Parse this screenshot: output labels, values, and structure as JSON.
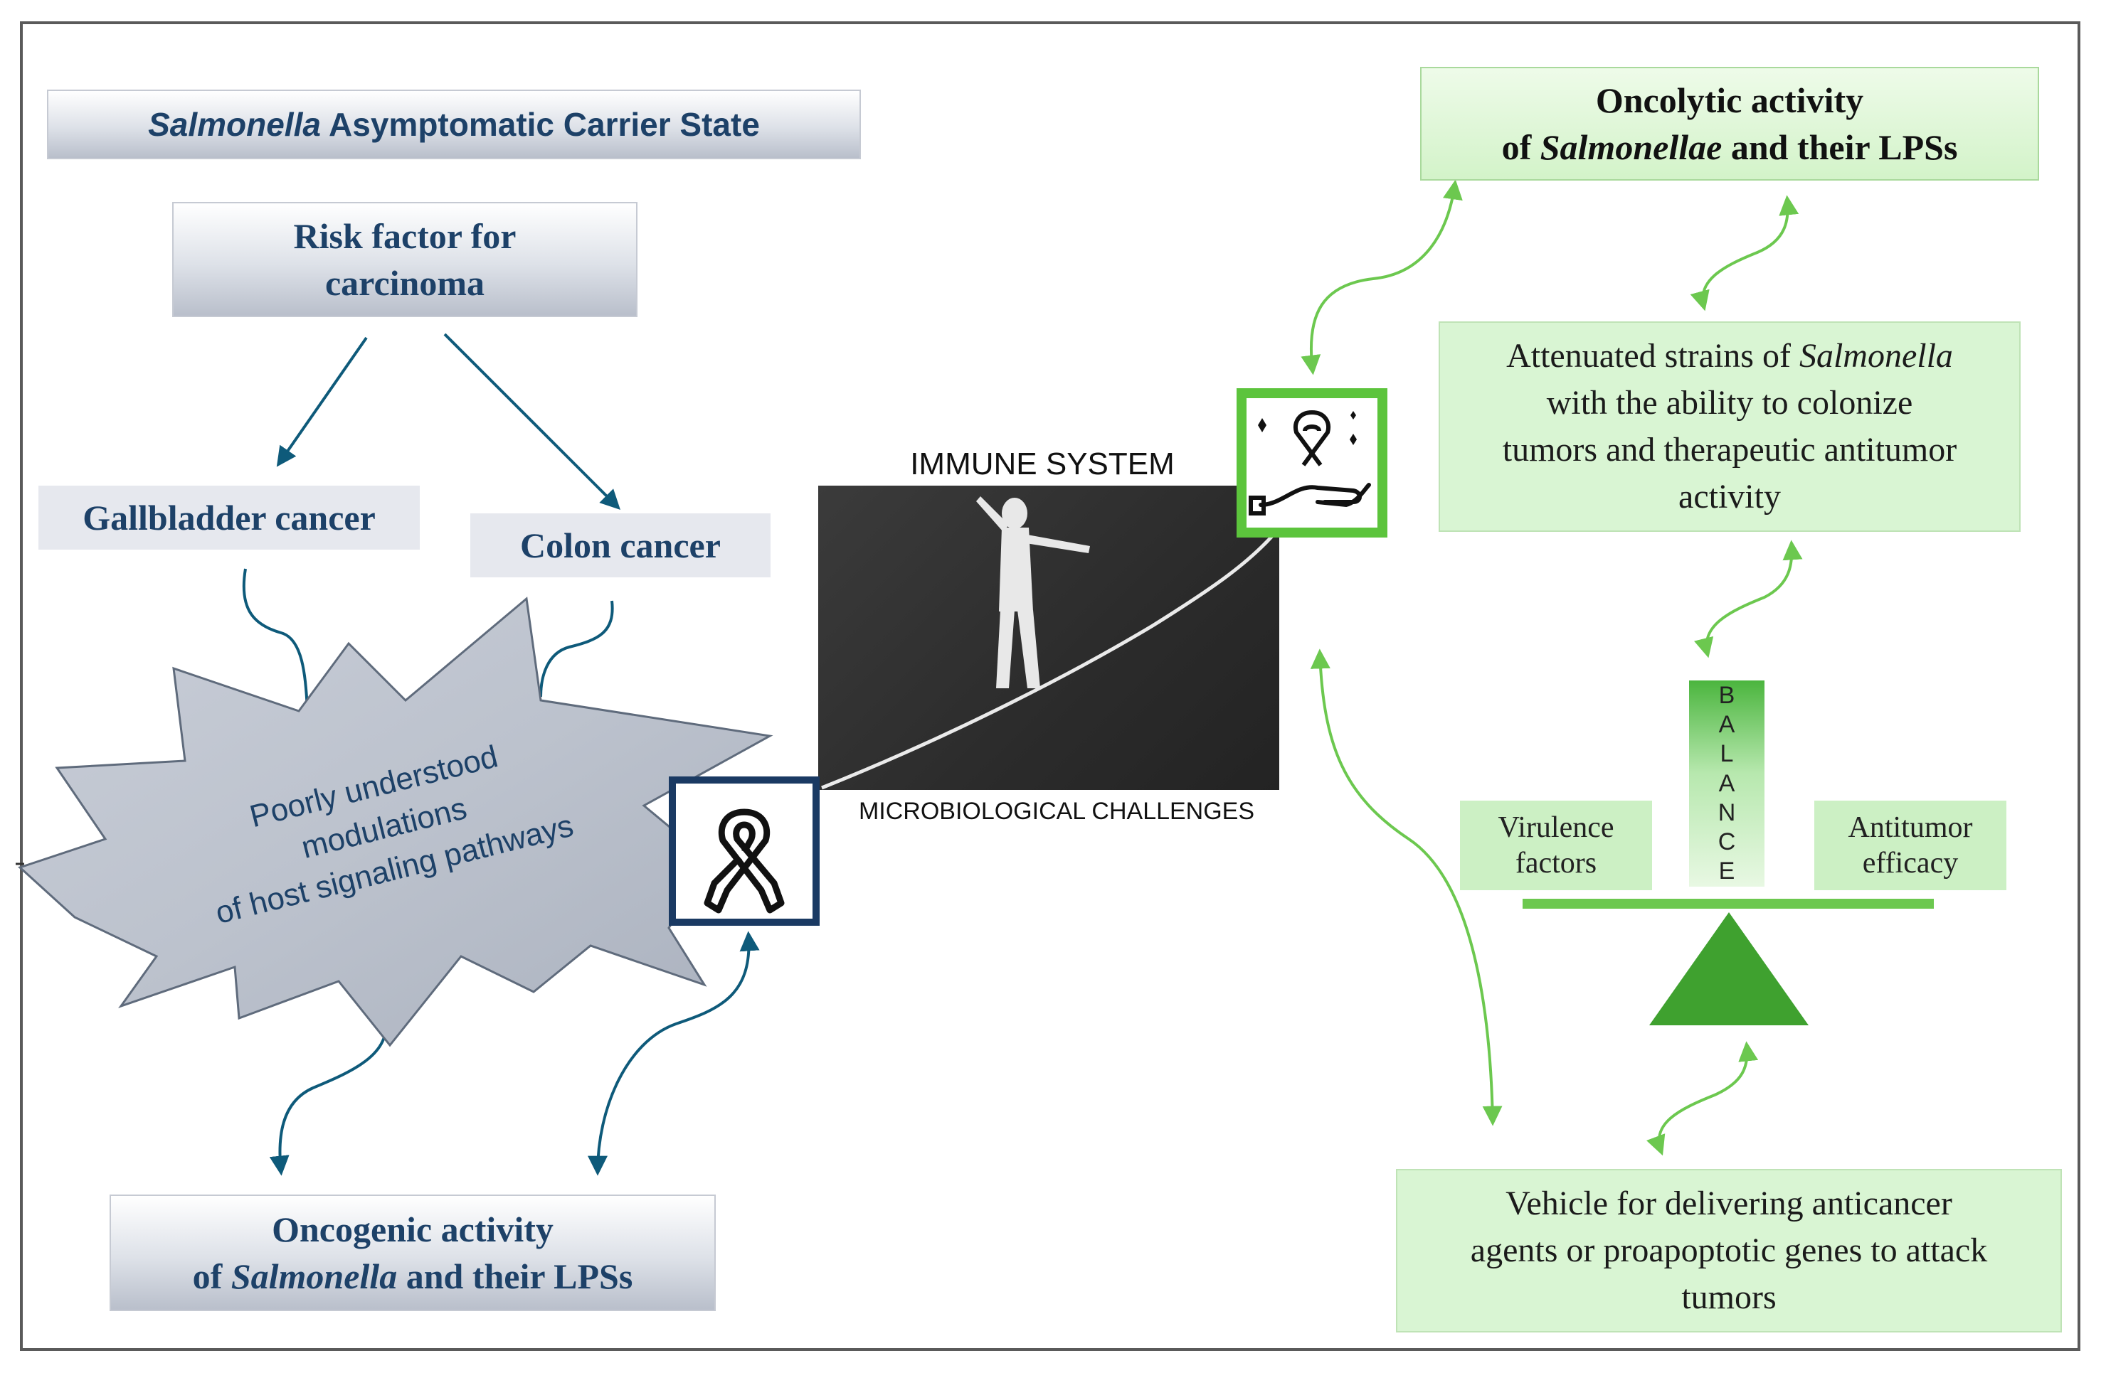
{
  "carrier": {
    "italic": "Salmonella",
    "rest": " Asymptomatic Carrier State"
  },
  "risk": {
    "line1": "Risk factor for",
    "line2": "carcinoma"
  },
  "gallbladder": "Gallbladder cancer",
  "colon": "Colon cancer",
  "star": {
    "line1": "Poorly understood",
    "line2": "modulations",
    "line3": "of host signaling pathways"
  },
  "oncogenic": {
    "line1": "Oncogenic activity",
    "line2_pre": "of ",
    "line2_italic": "Salmonella",
    "line2_post": " and their LPSs"
  },
  "immune_label": "IMMUNE SYSTEM",
  "micro_label": "MICROBIOLOGICAL CHALLENGES",
  "oncolytic": {
    "line1": "Oncolytic activity",
    "line2_pre": "of  ",
    "line2_italic": "Salmonellae",
    "line2_post": " and their LPSs"
  },
  "attenuated": {
    "line1_pre": "Attenuated strains of ",
    "line1_italic": "Salmonella",
    "line2": "with the ability to colonize",
    "line3": "tumors and therapeutic antitumor",
    "line4": "activity"
  },
  "balance_letters": [
    "B",
    "A",
    "L",
    "A",
    "N",
    "C",
    "E"
  ],
  "virulence": {
    "line1": "Virulence",
    "line2": "factors"
  },
  "antitumor": {
    "line1": "Antitumor",
    "line2": "efficacy"
  },
  "vehicle": {
    "line1": "Vehicle for delivering anticancer",
    "line2": "agents or proapoptotic genes to attack",
    "line3": "tumors"
  },
  "colors": {
    "blue_arrow": "#0e5a7a",
    "green_arrow": "#6cc84f",
    "navy_frame": "#1a3a63",
    "green_frame": "#5cc43c",
    "triangle": "#3fa12f"
  },
  "icons": [
    "awareness-ribbon-icon",
    "ribbon-in-hand-icon",
    "tightrope-walker-figure"
  ]
}
